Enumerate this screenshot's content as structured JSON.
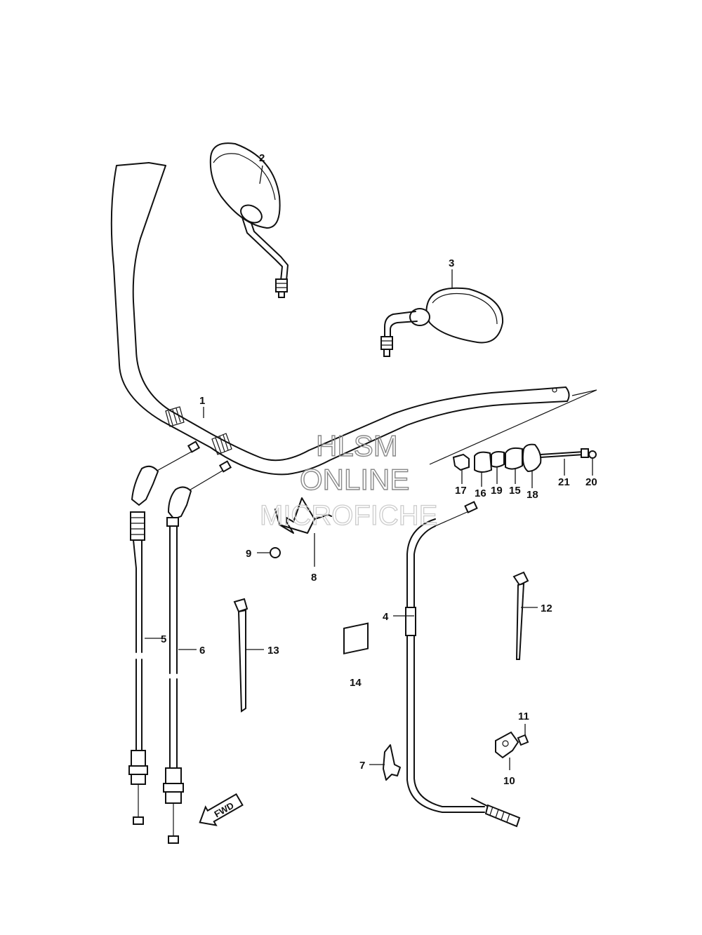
{
  "watermark": {
    "line1": "HLSM",
    "line2": "ONLINE",
    "line3": "MICROFICHE"
  },
  "fwd_label": "FWD",
  "callouts": {
    "c1": "1",
    "c2": "2",
    "c3": "3",
    "c4": "4",
    "c5": "5",
    "c6": "6",
    "c7": "7",
    "c8": "8",
    "c9": "9",
    "c10": "10",
    "c11": "11",
    "c12": "12",
    "c13": "13",
    "c14": "14",
    "c15": "15",
    "c16": "16",
    "c17": "17",
    "c18": "18",
    "c19": "19",
    "c20": "20",
    "c21": "21"
  }
}
